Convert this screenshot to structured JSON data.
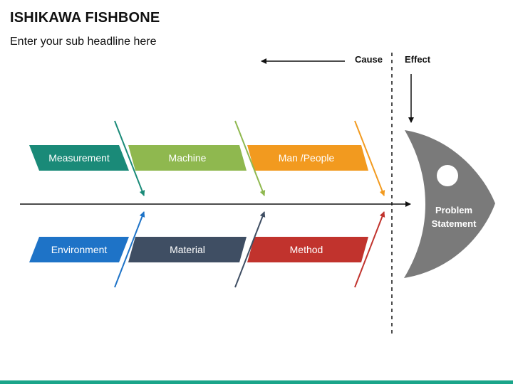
{
  "title": "ISHIKAWA FISHBONE",
  "subtitle": "Enter your sub headline here",
  "direction": {
    "cause": "Cause",
    "effect": "Effect"
  },
  "head": {
    "line1": "Problem",
    "line2": "Statement",
    "color": "#7a7a7a"
  },
  "categories": {
    "top": [
      {
        "label": "Measurement",
        "color": "#1a8a78"
      },
      {
        "label": "Machine",
        "color": "#8fb84f"
      },
      {
        "label": "Man /People",
        "color": "#f29a1f"
      }
    ],
    "bottom": [
      {
        "label": "Environment",
        "color": "#1e73c7"
      },
      {
        "label": "Material",
        "color": "#3f4e63"
      },
      {
        "label": "Method",
        "color": "#c1332d"
      }
    ]
  },
  "footer_color": "#1aa58a"
}
